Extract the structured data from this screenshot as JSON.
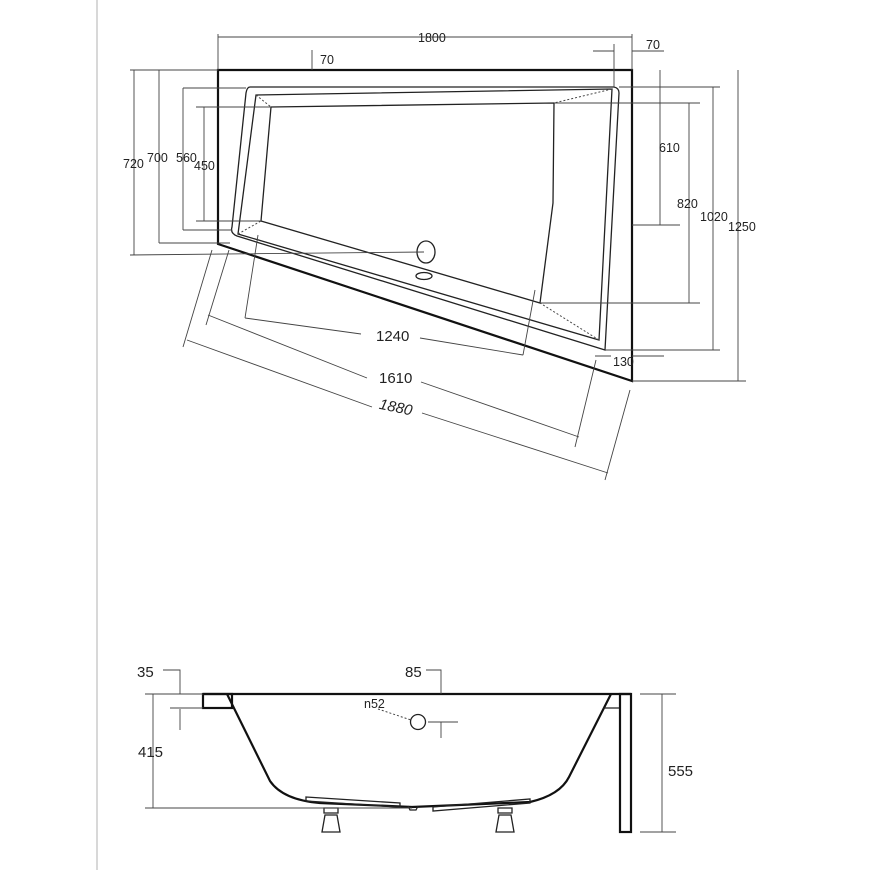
{
  "top_view": {
    "dimensions": {
      "width_total": "1800",
      "rim_top": "70",
      "rim_right": "70",
      "left_720": "720",
      "left_700": "700",
      "left_560": "560",
      "left_450": "450",
      "right_610": "610",
      "right_820": "820",
      "right_1020": "1020",
      "right_1250": "1250",
      "diag_1240": "1240",
      "diag_1610": "1610",
      "diag_1880": "1880",
      "corner_130": "130"
    }
  },
  "side_view": {
    "dimensions": {
      "rim_35": "35",
      "overflow_85": "85",
      "overflow_diameter": "n52",
      "depth_415": "415",
      "height_555": "555"
    }
  }
}
